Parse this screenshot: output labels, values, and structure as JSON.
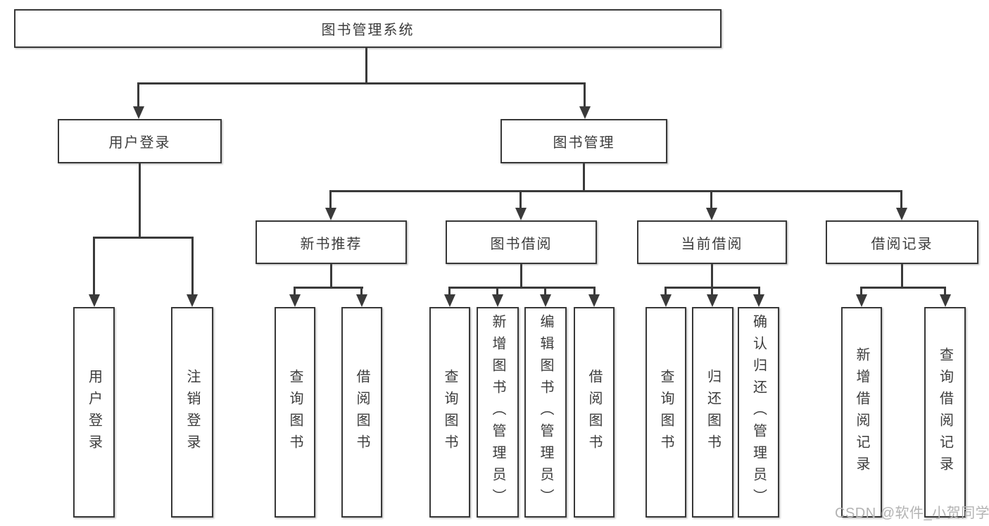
{
  "nodes": {
    "root": "图书管理系统",
    "l2": {
      "user_login": "用户登录",
      "book_mgmt": "图书管理"
    },
    "l3": {
      "new_books": "新书推荐",
      "borrowing": "图书借阅",
      "current": "当前借阅",
      "records": "借阅记录"
    },
    "leaves": {
      "user_login": "用户登录",
      "logout": "注销登录",
      "nb_query": "查询图书",
      "nb_borrow": "借阅图书",
      "bw_query": "查询图书",
      "bw_add": "新增图书（管理员）",
      "bw_edit": "编辑图书（管理员）",
      "bw_borrow": "借阅图书",
      "cur_query": "查询图书",
      "cur_return": "归还图书",
      "cur_confirm": "确认归还（管理员）",
      "rec_add": "新增借阅记录",
      "rec_query": "查询借阅记录"
    }
  },
  "watermark": "CSDN @软件_小贺同学",
  "colors": {
    "line": "#3a3a3a",
    "box_border": "#383838",
    "box_bg": "#ffffff",
    "text": "#3c3c3c",
    "watermark": "#b3b3b3",
    "background": "#ffffff"
  }
}
